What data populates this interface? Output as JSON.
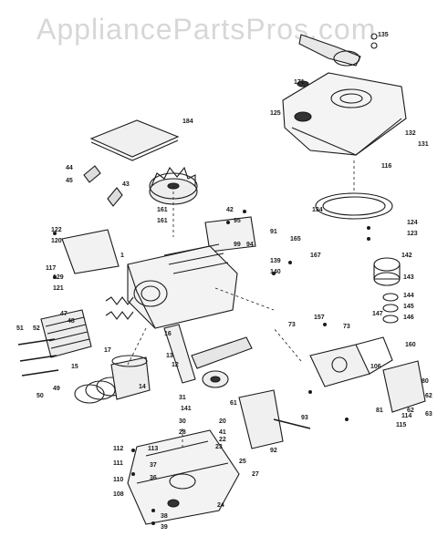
{
  "watermark": "AppliancePartsPros.com",
  "diagram": {
    "part_numbers": [
      "184",
      "171",
      "125",
      "132",
      "131",
      "134",
      "116",
      "124",
      "123",
      "135",
      "44",
      "45",
      "43",
      "161",
      "161",
      "42",
      "95",
      "91",
      "99",
      "94",
      "122",
      "120",
      "117",
      "129",
      "121",
      "1",
      "139",
      "140",
      "165",
      "167",
      "142",
      "143",
      "144",
      "145",
      "146",
      "147",
      "160",
      "62",
      "51",
      "52",
      "47",
      "48",
      "50",
      "49",
      "15",
      "14",
      "17",
      "13",
      "12",
      "16",
      "31",
      "141",
      "30",
      "28",
      "61",
      "73",
      "93",
      "92",
      "112",
      "113",
      "111",
      "110",
      "108",
      "37",
      "36",
      "25",
      "24",
      "27",
      "41",
      "23",
      "20",
      "22",
      "106",
      "62",
      "63",
      "80",
      "81",
      "114",
      "115",
      "38",
      "39",
      "157",
      "73"
    ]
  }
}
